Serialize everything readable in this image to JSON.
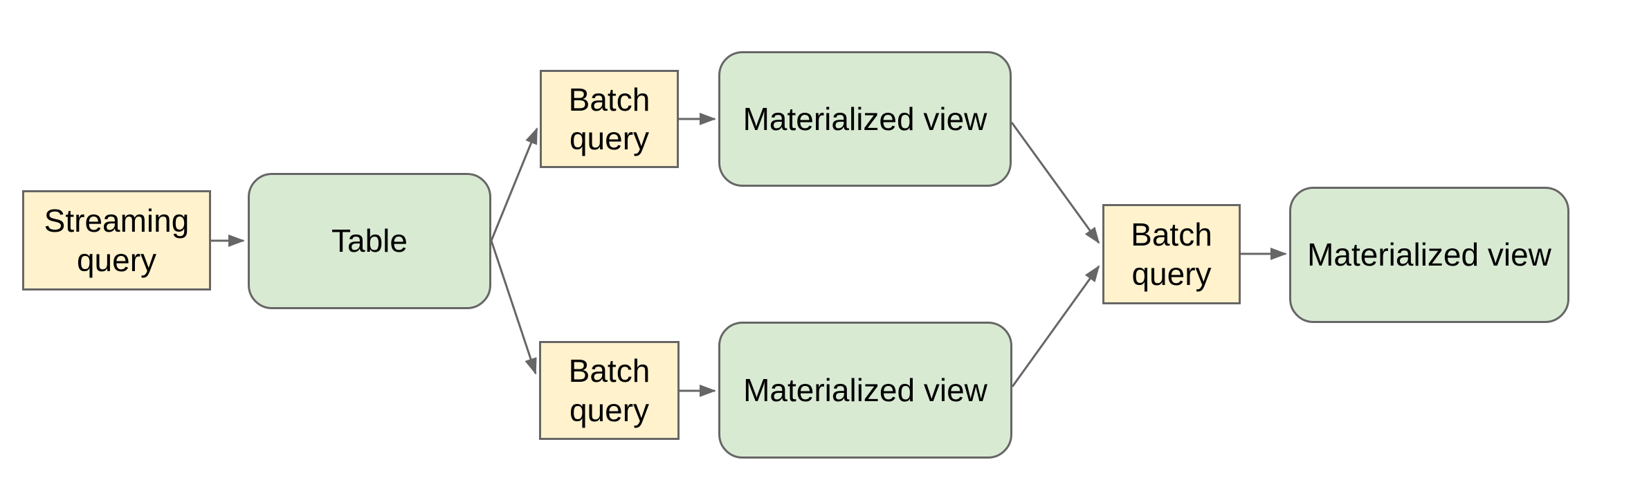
{
  "diagram": {
    "background": "#ffffff",
    "colors": {
      "query_fill": "#fff2cc",
      "view_fill": "#d9ead3",
      "border": "#666666",
      "arrow": "#666666",
      "text": "#000000"
    },
    "nodes": {
      "streaming_query": {
        "label": "Streaming query",
        "shape": "rectangle",
        "fill": "#fff2cc"
      },
      "table": {
        "label": "Table",
        "shape": "rounded-rectangle",
        "fill": "#d9ead3"
      },
      "batch_query_top": {
        "label": "Batch query",
        "shape": "rectangle",
        "fill": "#fff2cc"
      },
      "materialized_view_top": {
        "label": "Materialized view",
        "shape": "rounded-rectangle",
        "fill": "#d9ead3"
      },
      "batch_query_bottom": {
        "label": "Batch query",
        "shape": "rectangle",
        "fill": "#fff2cc"
      },
      "materialized_view_bottom": {
        "label": "Materialized view",
        "shape": "rounded-rectangle",
        "fill": "#d9ead3"
      },
      "batch_query_right": {
        "label": "Batch query",
        "shape": "rectangle",
        "fill": "#fff2cc"
      },
      "materialized_view_right": {
        "label": "Materialized view",
        "shape": "rounded-rectangle",
        "fill": "#d9ead3"
      }
    },
    "edges": [
      {
        "from": "streaming_query",
        "to": "table"
      },
      {
        "from": "table",
        "to": "batch_query_top"
      },
      {
        "from": "table",
        "to": "batch_query_bottom"
      },
      {
        "from": "batch_query_top",
        "to": "materialized_view_top"
      },
      {
        "from": "batch_query_bottom",
        "to": "materialized_view_bottom"
      },
      {
        "from": "materialized_view_top",
        "to": "batch_query_right"
      },
      {
        "from": "materialized_view_bottom",
        "to": "batch_query_right"
      },
      {
        "from": "batch_query_right",
        "to": "materialized_view_right"
      }
    ]
  }
}
